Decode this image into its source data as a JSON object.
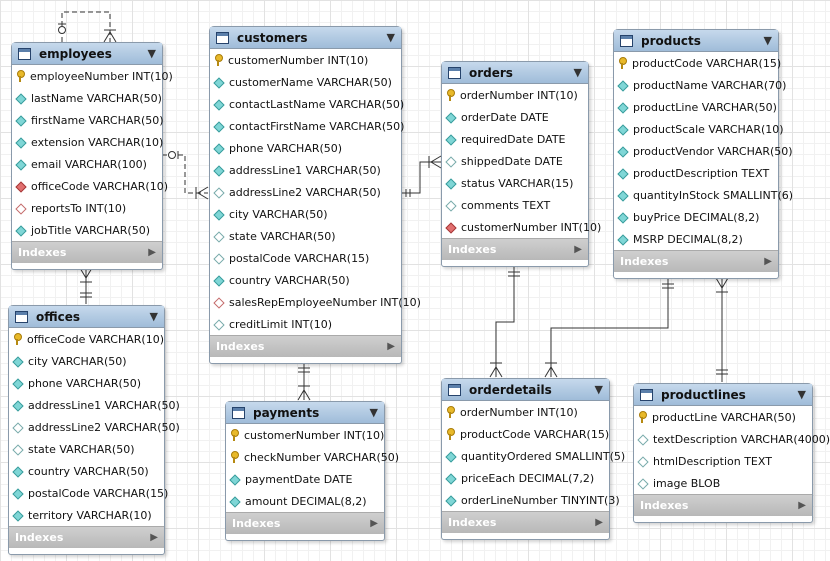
{
  "tables": {
    "employees": {
      "name": "employees",
      "columns": [
        {
          "label": "employeeNumber INT(10)",
          "key": "pk"
        },
        {
          "label": "lastName VARCHAR(50)",
          "key": "col"
        },
        {
          "label": "firstName VARCHAR(50)",
          "key": "col"
        },
        {
          "label": "extension VARCHAR(10)",
          "key": "col"
        },
        {
          "label": "email VARCHAR(100)",
          "key": "col"
        },
        {
          "label": "officeCode VARCHAR(10)",
          "key": "fk"
        },
        {
          "label": "reportsTo INT(10)",
          "key": "nfk"
        },
        {
          "label": "jobTitle VARCHAR(50)",
          "key": "col"
        }
      ],
      "indexes_label": "Indexes"
    },
    "offices": {
      "name": "offices",
      "columns": [
        {
          "label": "officeCode VARCHAR(10)",
          "key": "pk"
        },
        {
          "label": "city VARCHAR(50)",
          "key": "col"
        },
        {
          "label": "phone VARCHAR(50)",
          "key": "col"
        },
        {
          "label": "addressLine1 VARCHAR(50)",
          "key": "col"
        },
        {
          "label": "addressLine2 VARCHAR(50)",
          "key": "nul"
        },
        {
          "label": "state VARCHAR(50)",
          "key": "nul"
        },
        {
          "label": "country VARCHAR(50)",
          "key": "col"
        },
        {
          "label": "postalCode VARCHAR(15)",
          "key": "col"
        },
        {
          "label": "territory VARCHAR(10)",
          "key": "col"
        }
      ],
      "indexes_label": "Indexes"
    },
    "customers": {
      "name": "customers",
      "columns": [
        {
          "label": "customerNumber INT(10)",
          "key": "pk"
        },
        {
          "label": "customerName VARCHAR(50)",
          "key": "col"
        },
        {
          "label": "contactLastName VARCHAR(50)",
          "key": "col"
        },
        {
          "label": "contactFirstName VARCHAR(50)",
          "key": "col"
        },
        {
          "label": "phone VARCHAR(50)",
          "key": "col"
        },
        {
          "label": "addressLine1 VARCHAR(50)",
          "key": "col"
        },
        {
          "label": "addressLine2 VARCHAR(50)",
          "key": "nul"
        },
        {
          "label": "city VARCHAR(50)",
          "key": "col"
        },
        {
          "label": "state VARCHAR(50)",
          "key": "nul"
        },
        {
          "label": "postalCode VARCHAR(15)",
          "key": "nul"
        },
        {
          "label": "country VARCHAR(50)",
          "key": "col"
        },
        {
          "label": "salesRepEmployeeNumber INT(10)",
          "key": "nfk"
        },
        {
          "label": "creditLimit INT(10)",
          "key": "nul"
        }
      ],
      "indexes_label": "Indexes"
    },
    "payments": {
      "name": "payments",
      "columns": [
        {
          "label": "customerNumber INT(10)",
          "key": "pk"
        },
        {
          "label": "checkNumber VARCHAR(50)",
          "key": "pk"
        },
        {
          "label": "paymentDate DATE",
          "key": "col"
        },
        {
          "label": "amount DECIMAL(8,2)",
          "key": "col"
        }
      ],
      "indexes_label": "Indexes"
    },
    "orders": {
      "name": "orders",
      "columns": [
        {
          "label": "orderNumber INT(10)",
          "key": "pk"
        },
        {
          "label": "orderDate DATE",
          "key": "col"
        },
        {
          "label": "requiredDate DATE",
          "key": "col"
        },
        {
          "label": "shippedDate DATE",
          "key": "nul"
        },
        {
          "label": "status VARCHAR(15)",
          "key": "col"
        },
        {
          "label": "comments TEXT",
          "key": "nul"
        },
        {
          "label": "customerNumber INT(10)",
          "key": "fk"
        }
      ],
      "indexes_label": "Indexes"
    },
    "orderdetails": {
      "name": "orderdetails",
      "columns": [
        {
          "label": "orderNumber INT(10)",
          "key": "pk"
        },
        {
          "label": "productCode VARCHAR(15)",
          "key": "pk"
        },
        {
          "label": "quantityOrdered SMALLINT(5)",
          "key": "col"
        },
        {
          "label": "priceEach DECIMAL(7,2)",
          "key": "col"
        },
        {
          "label": "orderLineNumber TINYINT(3)",
          "key": "col"
        }
      ],
      "indexes_label": "Indexes"
    },
    "products": {
      "name": "products",
      "columns": [
        {
          "label": "productCode VARCHAR(15)",
          "key": "pk"
        },
        {
          "label": "productName VARCHAR(70)",
          "key": "col"
        },
        {
          "label": "productLine VARCHAR(50)",
          "key": "col"
        },
        {
          "label": "productScale VARCHAR(10)",
          "key": "col"
        },
        {
          "label": "productVendor VARCHAR(50)",
          "key": "col"
        },
        {
          "label": "productDescription TEXT",
          "key": "col"
        },
        {
          "label": "quantityInStock SMALLINT(6)",
          "key": "col"
        },
        {
          "label": "buyPrice DECIMAL(8,2)",
          "key": "col"
        },
        {
          "label": "MSRP DECIMAL(8,2)",
          "key": "col"
        }
      ],
      "indexes_label": "Indexes"
    },
    "productlines": {
      "name": "productlines",
      "columns": [
        {
          "label": "productLine VARCHAR(50)",
          "key": "pk"
        },
        {
          "label": "textDescription VARCHAR(4000)",
          "key": "nul"
        },
        {
          "label": "htmlDescription TEXT",
          "key": "nul"
        },
        {
          "label": "image BLOB",
          "key": "nul"
        }
      ],
      "indexes_label": "Indexes"
    }
  },
  "icons": {
    "header_arrow": "▼",
    "indexes_arrow": "▶"
  }
}
